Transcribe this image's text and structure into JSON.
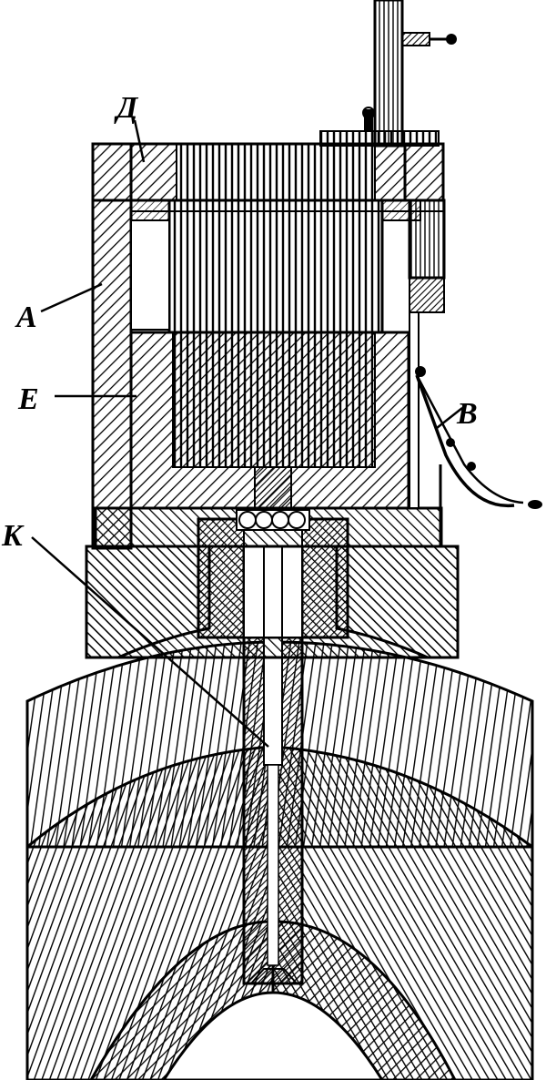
{
  "labels": {
    "d": "Д",
    "a": "A",
    "e": "E",
    "k": "K",
    "b": "B"
  }
}
